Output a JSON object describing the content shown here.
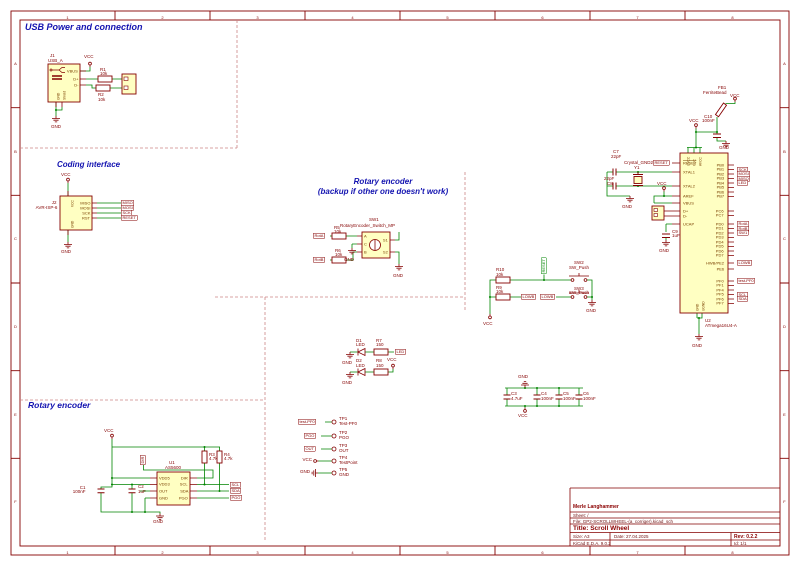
{
  "palette": {
    "wire": "#008400",
    "symbol": "#840000",
    "body_fill": "#FFFFC2",
    "section_title": "#1212B0",
    "frame": "#840000"
  },
  "sheet": {
    "columns": [
      "1",
      "2",
      "3",
      "4",
      "5",
      "6",
      "7",
      "8"
    ],
    "rows": [
      "A",
      "B",
      "C",
      "D",
      "E",
      "F"
    ]
  },
  "sections": {
    "usb_title": "USB Power and connection",
    "coding_title": "Coding interface",
    "backup_title_1": "Rotary encoder",
    "backup_title_2": "(backup if other one doesn't work)",
    "rotary_title": "Rotary encoder"
  },
  "title_block": {
    "author": "Merle Langhammer",
    "sheet": "Sheet: /",
    "file": "File: GP2-SCROLLWHEEL-(a_corriger).kicad_sch",
    "title": "Title: Scroll Wheel",
    "size": "Size: A3",
    "date": "Date: 27.04.2025",
    "rev": "Rev: 0.2.2",
    "tool": "KiCad E.D.A. 9.0.2",
    "id": "Id: 1/1"
  },
  "usb": {
    "j1_ref": "J1",
    "j1_val": "USB_A",
    "pin_vbus": "VBUS",
    "pin_dp": "D+",
    "pin_dm": "D-",
    "pin_gnd": "GND",
    "pin_shield": "Shield",
    "r1_ref": "R1",
    "r1_val": "10k",
    "r2_ref": "R2",
    "r2_val": "10k",
    "vcc": "VCC",
    "gnd": "GND"
  },
  "coding": {
    "j2_ref": "J2",
    "j2_val": "AVR-ISP-6",
    "pin_top": "VCC",
    "pin_bottom": "GND",
    "pin_miso": "MISO",
    "pin_mosi": "MOSI",
    "pin_sck": "SCK",
    "pin_rst": "RST",
    "tag_miso": "MISO",
    "tag_mosi": "MOSI",
    "tag_sck": "SCK",
    "tag_reset": "RESET",
    "vcc": "VCC",
    "gnd": "GND"
  },
  "backup": {
    "sw_ref": "SW1",
    "sw_val": "RotaryEncoder_Switch_MP",
    "r5_ref": "R5",
    "r5_val": "10k",
    "r6_ref": "R6",
    "r6_val": "10k",
    "tag_rota": "RotA",
    "tag_rotb": "RotB",
    "pin_a": "A",
    "pin_b": "B",
    "pin_c": "C",
    "pin_s1": "S1",
    "pin_s2": "S2",
    "gnd1": "GND",
    "gnd2": "GND"
  },
  "buttons": {
    "r10_ref": "R10",
    "r10_val": "10k",
    "r9_ref": "R9",
    "r9_val": "10k",
    "sw2_ref": "SW2",
    "sw2_val": "SW_Push",
    "sw3_ref": "SW3",
    "sw3_val": "SW_Push",
    "tag_reset": "RESET",
    "tag_low_1": "LOWB",
    "tag_low_2": "LOWB",
    "vcc": "VCC",
    "gnd": "GND"
  },
  "leds": {
    "d1_ref": "D1",
    "d1_val": "LED",
    "r7_ref": "R7",
    "r7_val": "150",
    "tag_led": "LED",
    "d2_ref": "D2",
    "d2_val": "LED",
    "r8_ref": "R8",
    "r8_val": "150",
    "gnd1": "GND",
    "gnd2": "GND",
    "vcc": "VCC"
  },
  "caps_bank": {
    "gnd": "GND",
    "vcc": "VCC",
    "caps": [
      {
        "ref": "C3",
        "val": "4.7uF"
      },
      {
        "ref": "C4",
        "val": "100nF"
      },
      {
        "ref": "C5",
        "val": "100nF"
      },
      {
        "ref": "C6",
        "val": "100nF"
      }
    ]
  },
  "testpoints": {
    "rows": [
      {
        "tag": "test-PF0",
        "ref": "TP1",
        "val": "Test-PF0"
      },
      {
        "tag": "PGO",
        "ref": "TP2",
        "val": "PGO"
      },
      {
        "tag": "OUT",
        "ref": "TP3",
        "val": "OUT"
      },
      {
        "power": "VCC",
        "ref": "TP4",
        "val": "TestPoint"
      },
      {
        "power": "GND",
        "ref": "TP5",
        "val": "GND"
      }
    ]
  },
  "crystal": {
    "c7_ref": "C7",
    "c7_val": "22pF",
    "c8_ref": "C8",
    "c8_val": "22pF",
    "y1_ref": "Y1",
    "y1_val": "Crystal_GND24",
    "gnd": "GND"
  },
  "mcu": {
    "ref": "U2",
    "val": "ATmega16U4-A",
    "tag_reset": "RESET",
    "vcc_top": "VCC",
    "vcc_aref": "VCC",
    "vcc_fb": "VCC",
    "gnd_c10": "GND",
    "gnd_c9": "GND",
    "gnd_bottom": "GND",
    "fb_ref": "FB1",
    "fb_val": "FerriteBead",
    "c10_ref": "C10",
    "c10_val": "100nF",
    "c9_ref": "C9",
    "c9_val": "1uF",
    "left_pins": {
      "reset": "RESET",
      "xtal1": "XTAL1",
      "xtal2": "XTAL2",
      "aref": "AREF",
      "vbus": "VBUS",
      "dp": "D+",
      "dm": "D-",
      "ucap": "UCAP"
    },
    "top_pins": [
      "UVCC",
      "VCC",
      "AVCC"
    ],
    "bottom_pins": [
      "GND",
      "UGND"
    ],
    "pb": [
      {
        "n": "PB0"
      },
      {
        "n": "PB1",
        "tag": "SCK"
      },
      {
        "n": "PB2",
        "tag": "MOSI"
      },
      {
        "n": "PB3",
        "tag": "MISO"
      },
      {
        "n": "PB4",
        "tag": "LED"
      },
      {
        "n": "PB5"
      },
      {
        "n": "PB6"
      },
      {
        "n": "PB7"
      }
    ],
    "pc": [
      {
        "n": "PC6"
      },
      {
        "n": "PC7"
      }
    ],
    "pd": [
      {
        "n": "PD0",
        "tag": "RotA"
      },
      {
        "n": "PD1",
        "tag": "RotB"
      },
      {
        "n": "PD2",
        "tag": "SW1"
      },
      {
        "n": "PD3"
      },
      {
        "n": "PD4"
      },
      {
        "n": "PD5"
      },
      {
        "n": "PD6"
      },
      {
        "n": "PD7"
      }
    ],
    "pe": [
      {
        "n": "HWB/PE2",
        "tag": "LOWB"
      },
      {
        "n": "PE6"
      }
    ],
    "pf": [
      {
        "n": "PF0",
        "tag": "test-PF0"
      },
      {
        "n": "PF1"
      },
      {
        "n": "PF4"
      },
      {
        "n": "PF5",
        "tag": "SCL"
      },
      {
        "n": "PF6",
        "tag": "SDA"
      },
      {
        "n": "PF7"
      }
    ]
  },
  "as5600": {
    "ref": "U1",
    "val": "AS5600",
    "r3_ref": "R3",
    "r3_val": "4.7k",
    "r4_ref": "R4",
    "r4_val": "4.7k",
    "c1_ref": "C1",
    "c1_val": "100nF",
    "c2_ref": "C2",
    "c2_val": "1uF",
    "tag_dir": "DIR",
    "left_pins": [
      "VDD5",
      "VDD3",
      "OUT",
      "GND"
    ],
    "right_pins": [
      "DIR",
      "SCL",
      "SDA",
      "PGO"
    ],
    "tag_scl": "SCL",
    "tag_sda": "SDA",
    "tag_pgo": "PGO",
    "vcc": "VCC",
    "gnd": "GND"
  }
}
